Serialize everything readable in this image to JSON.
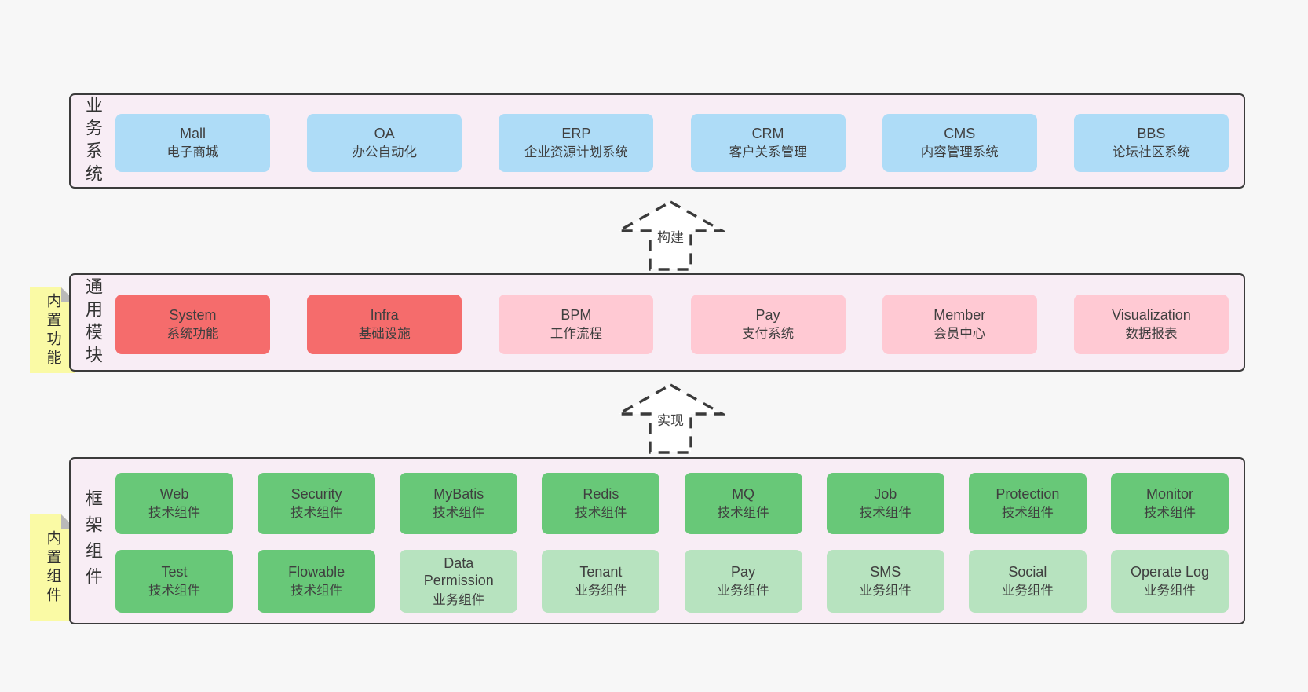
{
  "colors": {
    "page_bg": "#f7f7f7",
    "container_bg": "#f8edf5",
    "blue": "#aedcf7",
    "red": "#f56c6c",
    "pink": "#ffc9d3",
    "green": "#68c878",
    "light_green": "#b7e3bf",
    "yellow": "#fafaa5",
    "border": "#3b3b3b"
  },
  "arrows": [
    {
      "label": "构建"
    },
    {
      "label": "实现"
    }
  ],
  "business": {
    "label": "业务系统",
    "boxes": [
      {
        "en": "Mall",
        "zh": "电子商城"
      },
      {
        "en": "OA",
        "zh": "办公自动化"
      },
      {
        "en": "ERP",
        "zh": "企业资源计划系统"
      },
      {
        "en": "CRM",
        "zh": "客户关系管理"
      },
      {
        "en": "CMS",
        "zh": "内容管理系统"
      },
      {
        "en": "BBS",
        "zh": "论坛社区系统"
      }
    ]
  },
  "modules": {
    "label": "通用模块",
    "note": "内置功能",
    "boxes": [
      {
        "en": "System",
        "zh": "系统功能"
      },
      {
        "en": "Infra",
        "zh": "基础设施"
      },
      {
        "en": "BPM",
        "zh": "工作流程"
      },
      {
        "en": "Pay",
        "zh": "支付系统"
      },
      {
        "en": "Member",
        "zh": "会员中心"
      },
      {
        "en": "Visualization",
        "zh": "数据报表"
      }
    ]
  },
  "framework": {
    "label": "框架组件",
    "note": "内置组件",
    "row1": [
      {
        "en": "Web",
        "zh": "技术组件"
      },
      {
        "en": "Security",
        "zh": "技术组件"
      },
      {
        "en": "MyBatis",
        "zh": "技术组件"
      },
      {
        "en": "Redis",
        "zh": "技术组件"
      },
      {
        "en": "MQ",
        "zh": "技术组件"
      },
      {
        "en": "Job",
        "zh": "技术组件"
      },
      {
        "en": "Protection",
        "zh": "技术组件"
      },
      {
        "en": "Monitor",
        "zh": "技术组件"
      }
    ],
    "row2": [
      {
        "en": "Test",
        "zh": "技术组件"
      },
      {
        "en": "Flowable",
        "zh": "技术组件"
      },
      {
        "en": "Data Permission",
        "zh": "业务组件"
      },
      {
        "en": "Tenant",
        "zh": "业务组件"
      },
      {
        "en": "Pay",
        "zh": "业务组件"
      },
      {
        "en": "SMS",
        "zh": "业务组件"
      },
      {
        "en": "Social",
        "zh": "业务组件"
      },
      {
        "en": "Operate Log",
        "zh": "业务组件"
      }
    ]
  }
}
